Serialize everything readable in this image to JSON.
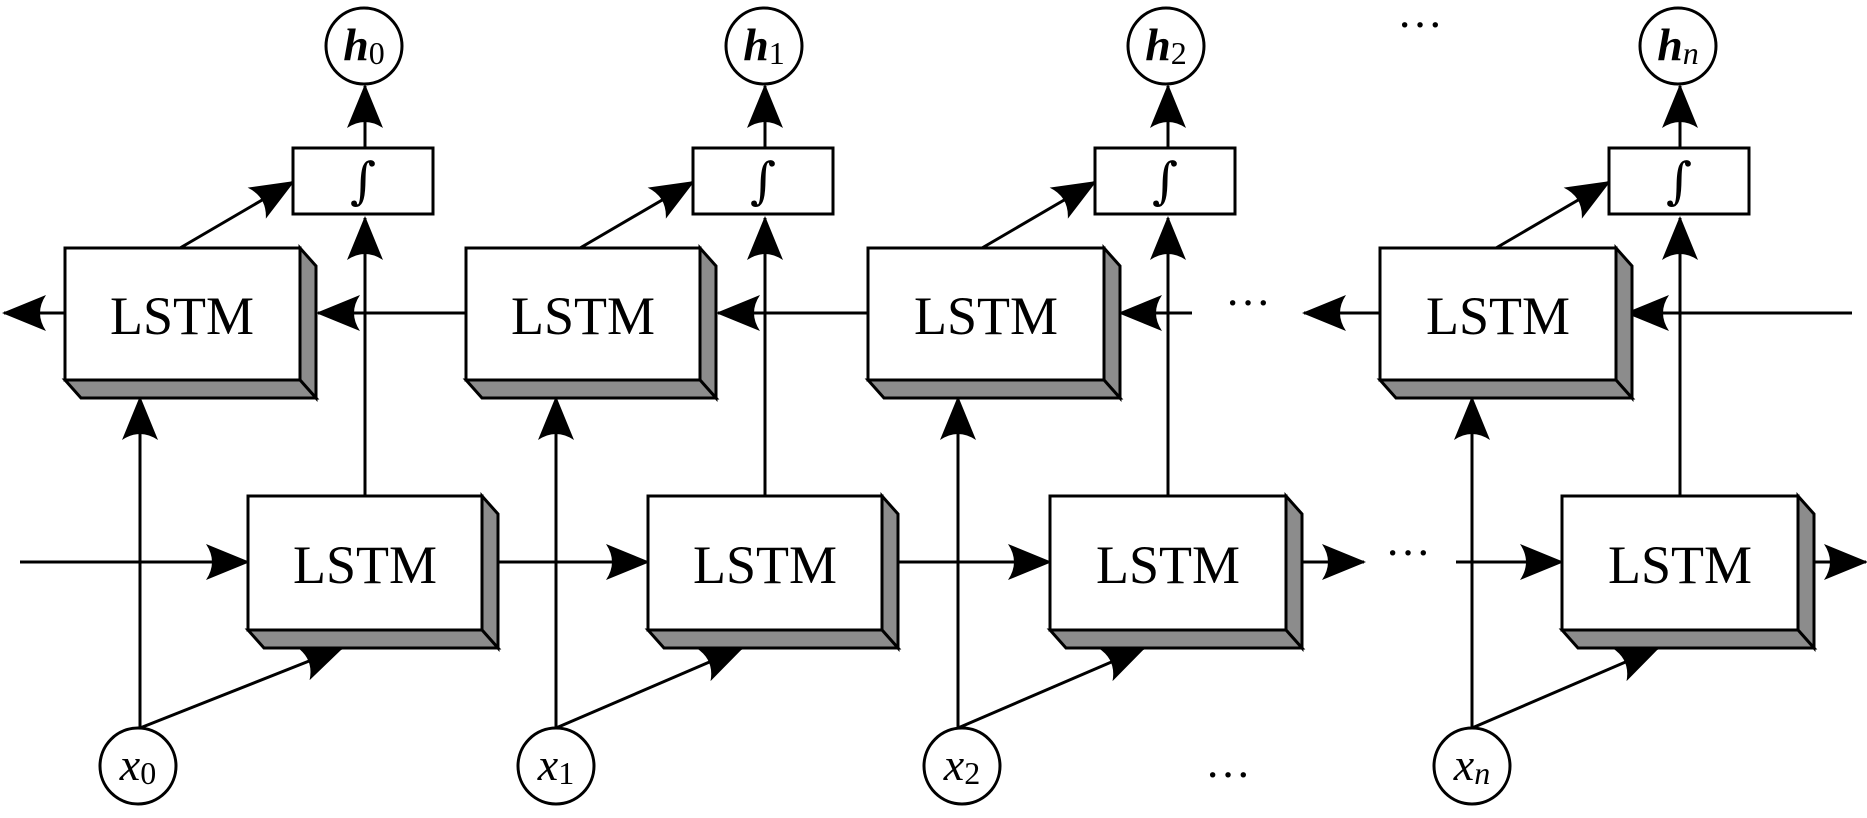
{
  "diagram": {
    "cell_label": "LSTM",
    "activation_symbol": "∫",
    "ellipsis": "···",
    "outputs": [
      {
        "base": "h",
        "sub": "0"
      },
      {
        "base": "h",
        "sub": "1"
      },
      {
        "base": "h",
        "sub": "2"
      },
      {
        "base": "h",
        "sub": "n"
      }
    ],
    "inputs": [
      {
        "base": "x",
        "sub": "0"
      },
      {
        "base": "x",
        "sub": "1"
      },
      {
        "base": "x",
        "sub": "2"
      },
      {
        "base": "x",
        "sub": "n"
      }
    ]
  }
}
